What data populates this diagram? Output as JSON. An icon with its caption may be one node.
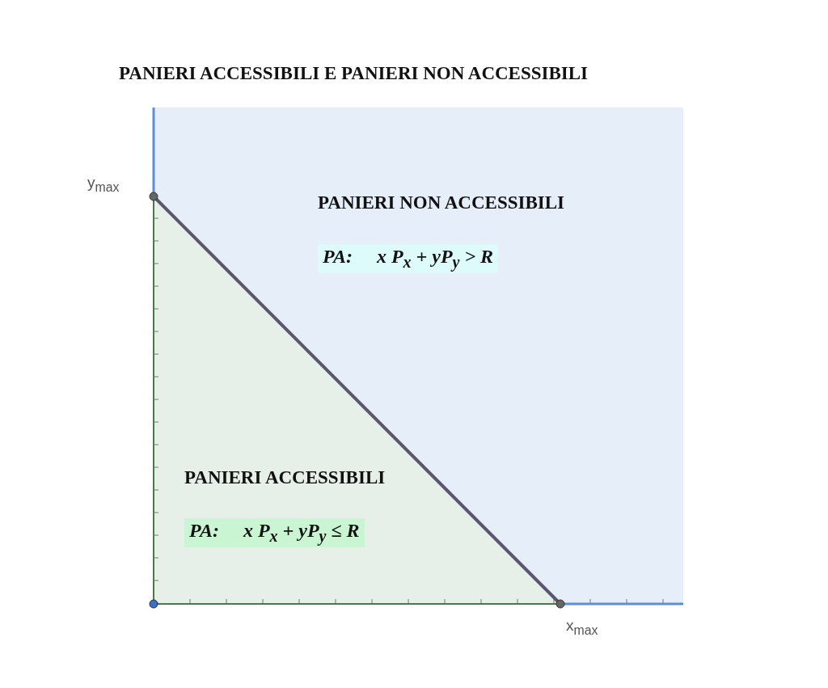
{
  "diagram": {
    "title": "PANIERI ACCESSIBILI E PANIERI NON ACCESSIBILI",
    "labels": [
      "y$_{max}$",
      "PANIERI NON ACCESSIBILI",
      "PA:     x P$_{x}$ + yP$_{y}$ > R",
      "PANIERI ACCESSIBILI",
      "PA:     x P$_{x}$ + yP$_{y}$ ≤ R",
      "x$_{max}$"
    ]
  }
}
